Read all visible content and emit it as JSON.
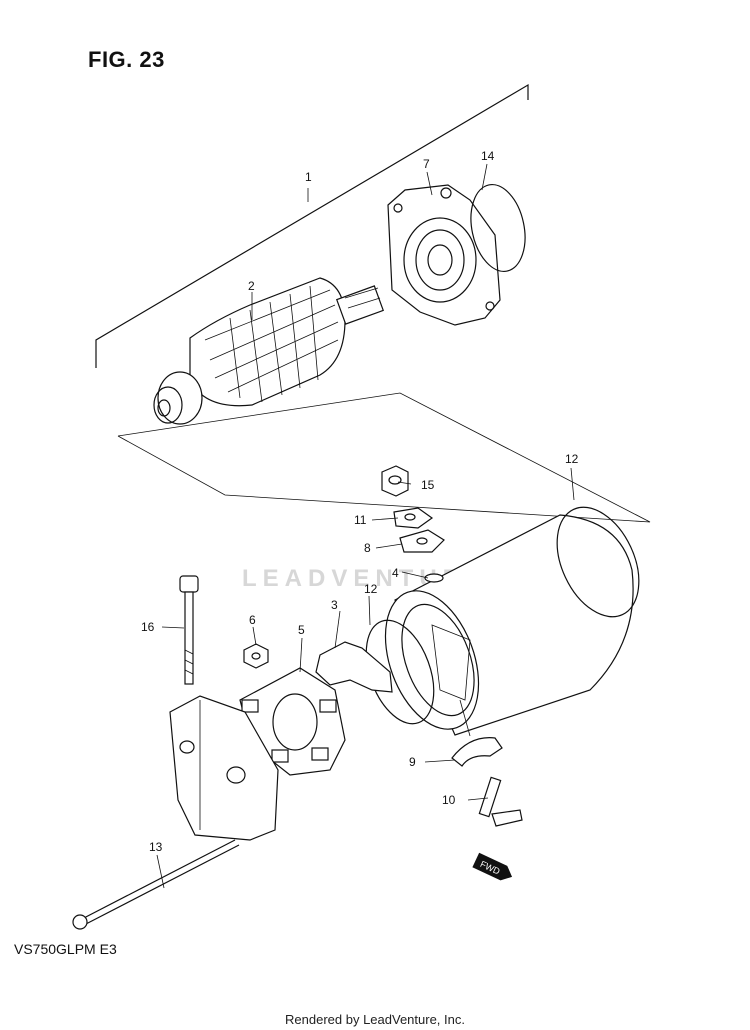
{
  "figure": {
    "title": "FIG. 23",
    "model": "VS750GLPM  E3"
  },
  "footer": {
    "credit": "Rendered by LeadVenture, Inc."
  },
  "watermark": {
    "text": "LEADVENTURE"
  },
  "labels": {
    "p1": "1",
    "p2": "2",
    "p3": "3",
    "p4": "4",
    "p5": "5",
    "p6": "6",
    "p7": "7",
    "p8": "8",
    "p9": "9",
    "p10": "10",
    "p11": "11",
    "p12a": "12",
    "p12b": "12",
    "p13": "13",
    "p14": "14",
    "p15": "15",
    "p16": "16"
  },
  "badge": {
    "text": "FWD"
  }
}
